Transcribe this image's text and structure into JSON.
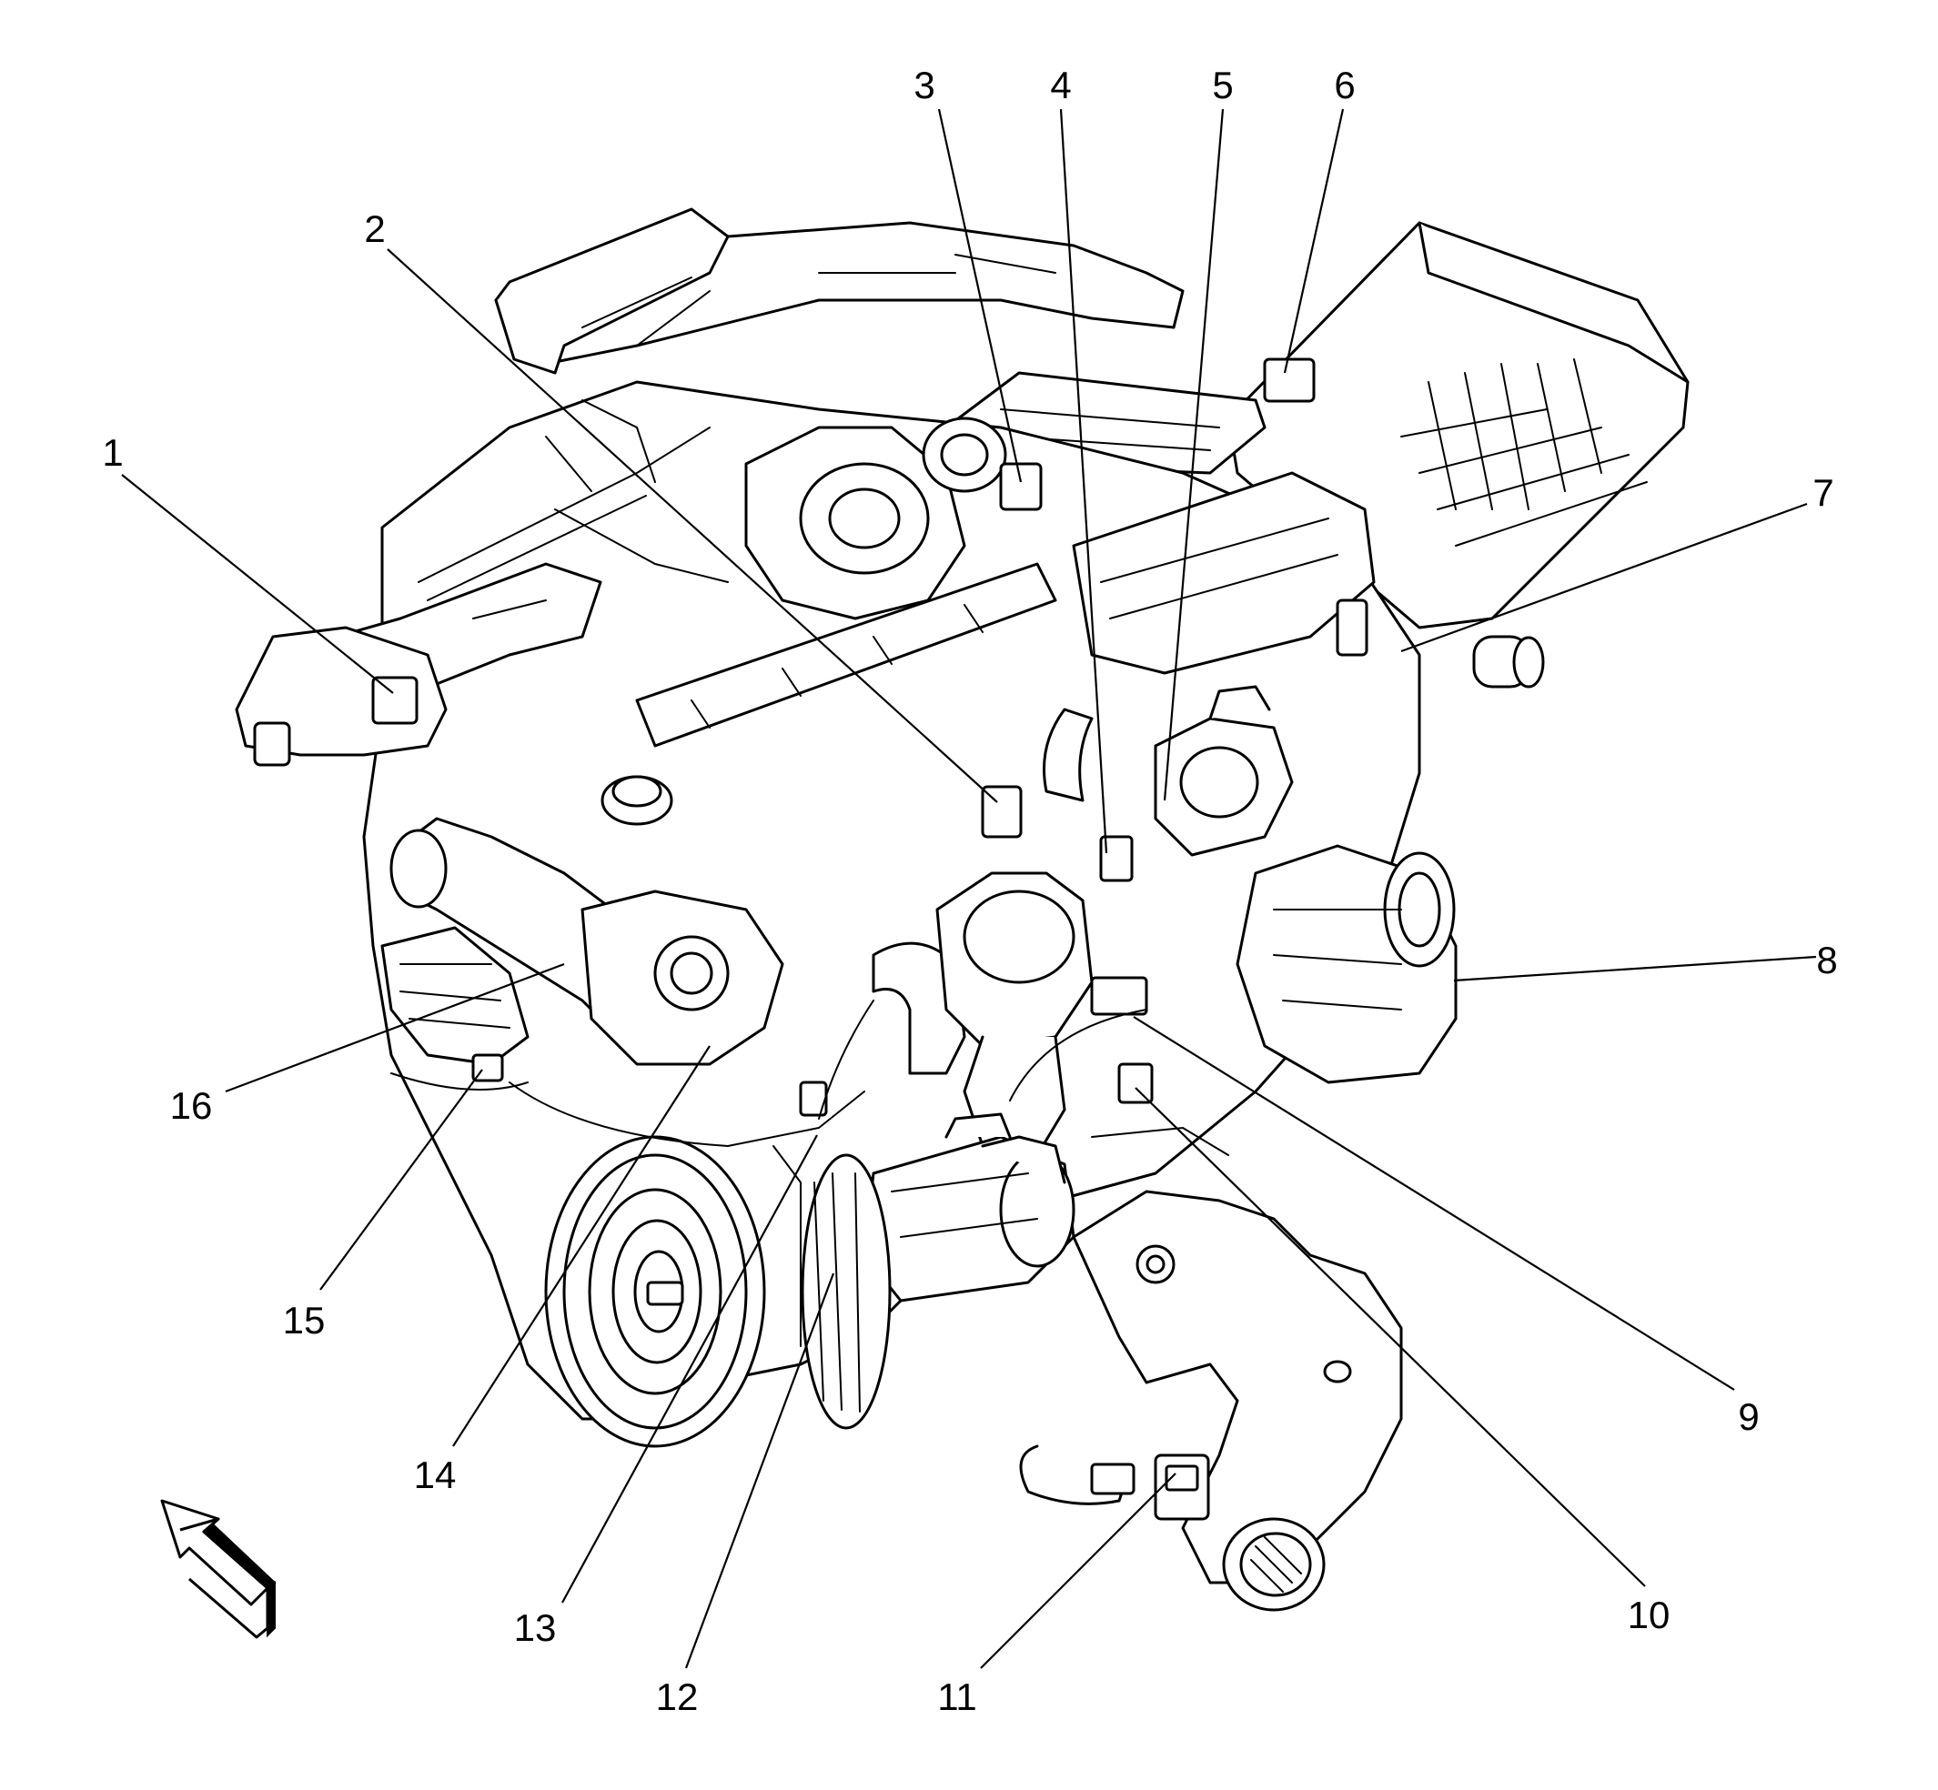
{
  "callouts": [
    {
      "label": "1"
    },
    {
      "label": "2"
    },
    {
      "label": "3"
    },
    {
      "label": "4"
    },
    {
      "label": "5"
    },
    {
      "label": "6"
    },
    {
      "label": "7"
    },
    {
      "label": "8"
    },
    {
      "label": "9"
    },
    {
      "label": "10"
    },
    {
      "label": "11"
    },
    {
      "label": "12"
    },
    {
      "label": "13"
    },
    {
      "label": "14"
    },
    {
      "label": "15"
    },
    {
      "label": "16"
    }
  ],
  "icons": {
    "view_direction": "view-direction-arrow-icon"
  }
}
